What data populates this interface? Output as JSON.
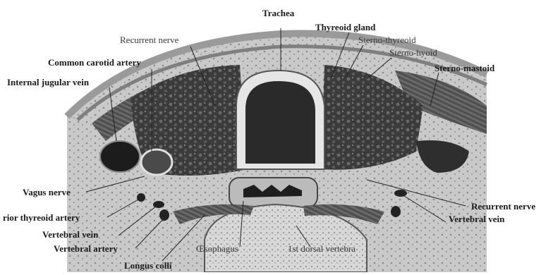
{
  "figure": {
    "labels": {
      "trachea": "Trachea",
      "thyreoid_gland": "Thyreoid gland",
      "recurrent_nerve_top": "Recurrent nerve",
      "sterno_thyreoid": "Sterno-thyreoid",
      "sterno_hyoid": "Sterno-hyoid",
      "common_carotid_artery": "Common carotid artery",
      "sterno_mastoid": "Sterno-mastoid",
      "internal_jugular_vein": "Internal jugular vein",
      "vagus_nerve": "Vagus nerve",
      "recurrent_nerve_right": "Recurrent nerve",
      "inferior_thyreoid_artery": "rior thyreoid artery",
      "vertebral_vein_left": "Vertebral vein",
      "vertebral_vein_right": "Vertebral vein",
      "vertebral_artery": "Vertebral artery",
      "oesophagus": "Œsophagus",
      "first_dorsal_vertebra": "1st dorsal vertebra",
      "longus_colli": "Longus colli"
    }
  }
}
